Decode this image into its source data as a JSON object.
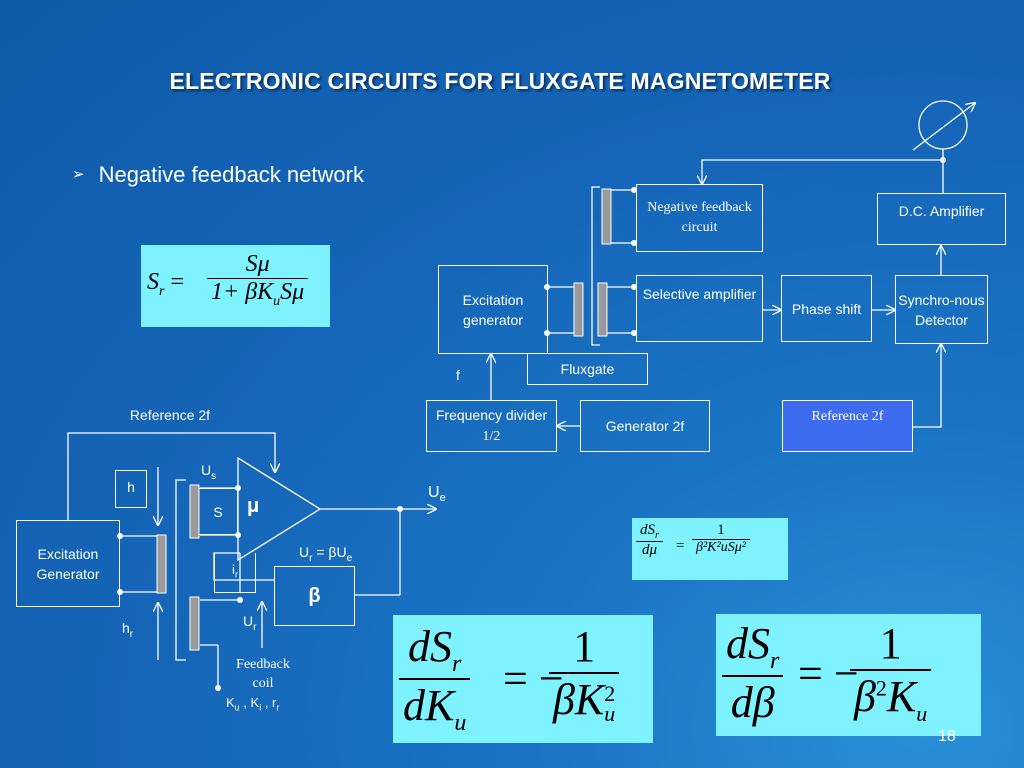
{
  "title": "ELECTRONIC CIRCUITS  FOR FLUXGATE MAGNETOMETER",
  "bullet": "Negative feedback network",
  "slide_number": "18",
  "block_diagram": {
    "negative_feedback": "Negative feedback circuit",
    "dc_amplifier": "D.C. Amplifier",
    "excitation_generator": "Excitation generator",
    "selective_amplifier": "Selective amplifier",
    "phase_shift": "Phase shift",
    "synchro_detector": "Synchro-nous Detector",
    "fluxgate": "Fluxgate",
    "f_label": "f",
    "frequency_divider": "Frequency divider ",
    "frequency_divider_ratio": "1/2",
    "generator_2f": "Generator 2f",
    "reference_2f": "Reference 2f"
  },
  "circuit": {
    "reference_2f": "Reference 2f",
    "h": "h",
    "hr": "h",
    "hr_sub": "r",
    "us": "U",
    "us_sub": "s",
    "s": "S",
    "mu": "μ",
    "ue": "U",
    "ue_sub": "e",
    "ur_eq": "U",
    "ur_eq_sub": "r",
    "ur_eq_rest": " = βU",
    "ur_eq_rest_sub": "e",
    "ir": "i",
    "ir_sub": "r",
    "beta": "β",
    "ur": "U",
    "ur_sub": "r",
    "excitation_generator": "Excitation Generator",
    "feedback_coil": "Feedback coil",
    "constants": "K",
    "constants_ku_sub": "u",
    "constants_sep1": " , K",
    "constants_ki_sub": "i",
    "constants_sep2": " , r",
    "constants_rr_sub": "r"
  },
  "formulas": {
    "sr_lhs": "S",
    "sr_lhs_sub": "r",
    "eq": "=",
    "sr_num": "Sμ",
    "sr_den_a": "1+ βK",
    "sr_den_sub": "u",
    "sr_den_b": "Sμ",
    "dsr_dmu_num": "dS",
    "dsr_dmu_num_sub": "r",
    "dsr_dmu_den": "dμ",
    "dsr_dmu_rhs_num": "1",
    "dsr_dmu_rhs_den": "β²K²uSμ²",
    "dsr_dk_num": "dS",
    "dsr_dk_num_sub": "r",
    "dsr_dk_den": "dK",
    "dsr_dk_den_sub": "u",
    "neg_eq": "= −",
    "dsr_dk_rhs_num": "1",
    "dsr_dk_rhs_den": "βK",
    "dsr_dk_rhs_den_sup": "2",
    "dsr_dk_rhs_den_sub": "u",
    "dsr_db_num": "dS",
    "dsr_db_num_sub": "r",
    "dsr_db_den": "dβ",
    "dsr_db_rhs_num": "1",
    "dsr_db_rhs_den_a": "β",
    "dsr_db_rhs_den_sup": "2",
    "dsr_db_rhs_den_b": "K",
    "dsr_db_rhs_den_sub": "u"
  },
  "colors": {
    "background": "#1565b8",
    "formula_bg": "#7ff2ff",
    "reference_box": "#3d6cf0",
    "coil": "#9a9a9a"
  }
}
